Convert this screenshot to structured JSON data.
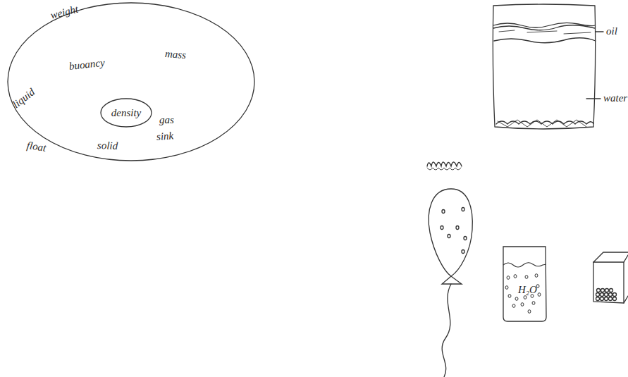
{
  "diagram": {
    "nodes": [
      {
        "text": [
          "weight",
          "buoancy",
          "mass",
          "liquid",
          "gas",
          "sink",
          "float",
          "solid"
        ]
      },
      {
        "text": [
          "density"
        ],
        "in": 0
      },
      {
        "text": [
          "H₂O"
        ]
      }
    ],
    "labels": [
      "oil",
      "water"
    ]
  }
}
